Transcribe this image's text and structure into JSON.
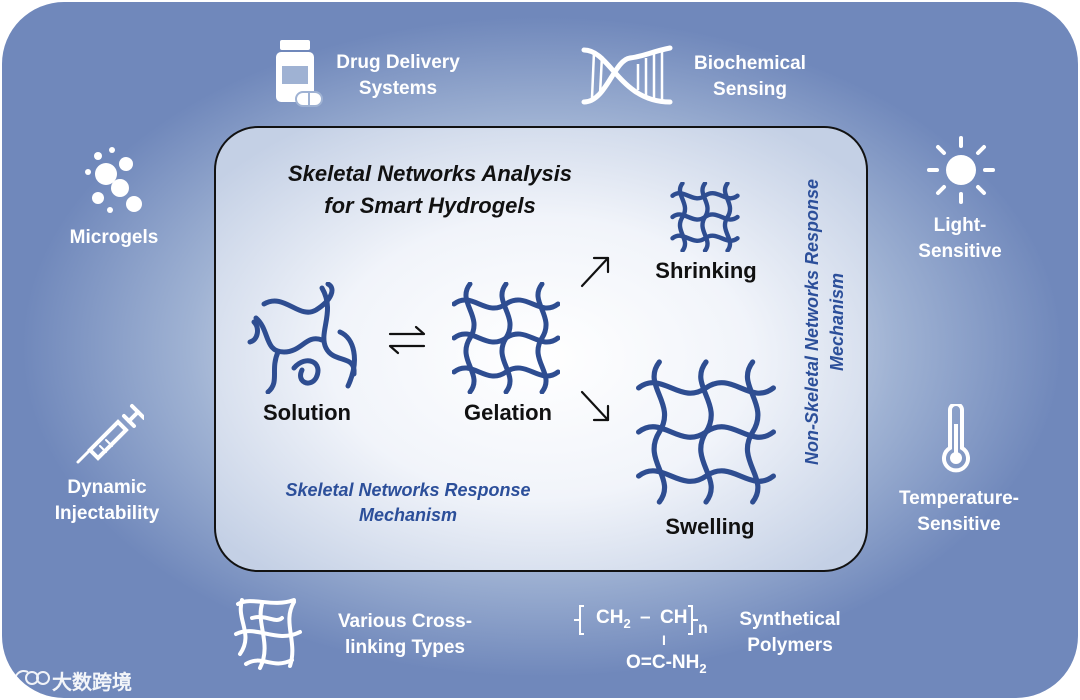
{
  "title": [
    "Skeletal Networks Analysis",
    "for Smart Hydrogels"
  ],
  "inner_labels": {
    "solution": "Solution",
    "gelation": "Gelation",
    "shrinking": "Shrinking",
    "swelling": "Swelling",
    "skeletal_response": [
      "Skeletal Networks Response",
      "Mechanism"
    ],
    "non_skeletal_response": [
      "Non-Skeletal Networks Response",
      "Mechanism"
    ]
  },
  "outer_labels": {
    "drug_delivery": [
      "Drug Delivery",
      "Systems"
    ],
    "biochemical": [
      "Biochemical",
      "Sensing"
    ],
    "microgels": "Microgels",
    "light": [
      "Light-",
      "Sensitive"
    ],
    "injectability": [
      "Dynamic",
      "Injectability"
    ],
    "temperature": [
      "Temperature-",
      "Sensitive"
    ],
    "crosslinking": [
      "Various Cross-",
      "linking Types"
    ],
    "synthetical": [
      "Synthetical",
      "Polymers"
    ]
  },
  "chemical": {
    "ch2": "CH",
    "sub2": "2",
    "dash": "–",
    "ch": "CH",
    "n": "n",
    "bond": "I",
    "amide": "O=C-NH",
    "sub_nh2": "2"
  },
  "watermark": "大数跨境",
  "colors": {
    "network": "#2e4d91",
    "bg_edge": "#7088bb",
    "accent_text": "#2c4f9a"
  }
}
